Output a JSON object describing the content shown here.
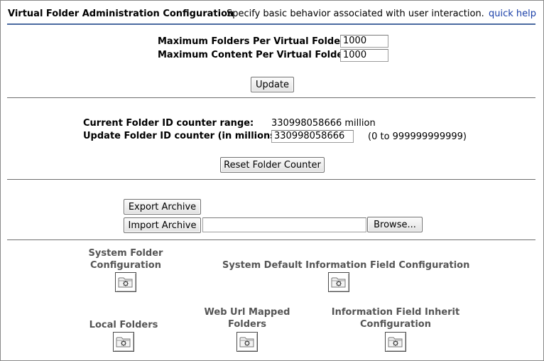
{
  "header": {
    "title": "Virtual Folder Administration Configuration",
    "description": "Specify basic behavior associated with user interaction.",
    "help_link": "quick help"
  },
  "limits": {
    "max_folders_label": "Maximum Folders Per Virtual Folder:",
    "max_folders_value": "1000",
    "max_content_label": "Maximum Content Per Virtual Folder:",
    "max_content_value": "1000",
    "update_button": "Update"
  },
  "folder_counter": {
    "range_label": "Current Folder ID counter range:",
    "range_value": "330998058666 million",
    "update_label": "Update Folder ID counter (in millions):",
    "update_value": "330998058666",
    "range_hint": "(0 to 999999999999)",
    "reset_button": "Reset Folder Counter"
  },
  "archive": {
    "export_button": "Export Archive",
    "import_button": "Import Archive",
    "file_path_value": "",
    "browse_button": "Browse..."
  },
  "tools": {
    "system_folder_config": "System Folder Configuration",
    "system_default_info_field": "System Default Information Field Configuration",
    "local_folders": "Local Folders",
    "web_url_mapped_folders": "Web Url Mapped Folders",
    "info_field_inherit_config": "Information Field Inherit Configuration",
    "icon": "folder-gear-icon"
  }
}
